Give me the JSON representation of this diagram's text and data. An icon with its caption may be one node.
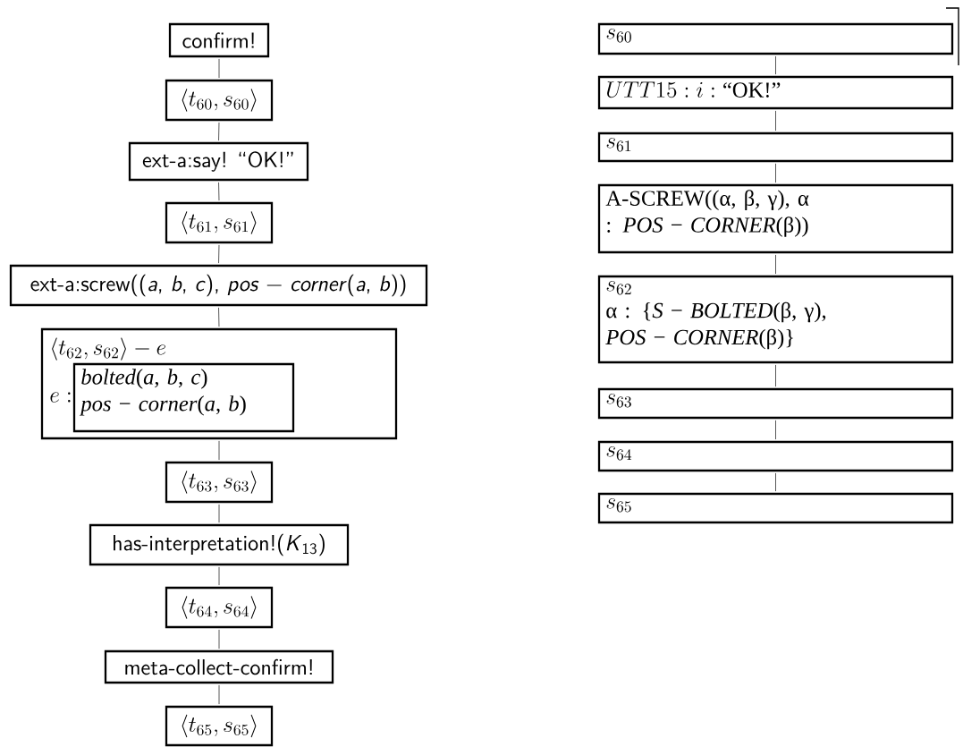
{
  "diagram": {
    "nodes": [
      {
        "text": [
          "confirm!"
        ]
      },
      {
        "text": [
          "\\langle t_{60}, s_{60}\\rangle"
        ]
      },
      {
        "text": [
          "ext-a:say! “OK!”"
        ]
      },
      {
        "text": [
          "\\langle t_{61}, s_{61}\\rangle"
        ]
      },
      {
        "text": [
          "ext-a:screw((*a*, *b*, *c*), *pos* − *corner*(*a*, *b*))"
        ]
      },
      {
        "text": [
          "\\langle t_{62}, s_{62}\\rangle - e",
          "e :"
        ]
      },
      {
        "text": [
          "*bolted*(*a*, *b*, *c*)",
          "*pos* − *corner*(*a*, *b*)"
        ],
        "in": 5
      },
      {
        "text": [
          "\\langle t_{63}, s_{63}\\rangle"
        ]
      },
      {
        "text": [
          "has-interpretation!(*K*$_{13}$)"
        ]
      },
      {
        "text": [
          "\\langle t_{64}, s_{64}\\rangle"
        ]
      },
      {
        "text": [
          "meta-collect-confirm!"
        ]
      },
      {
        "text": [
          "\\langle t_{65}, s_{65}\\rangle"
        ]
      },
      {
        "text": [
          "s_{60}"
        ]
      },
      {
        "text": [
          "UTT15 : i : \\mbox{“OK!”}"
        ]
      },
      {
        "text": [
          "s_{61}"
        ]
      },
      {
        "text": [
          "A-SCREW((α, β, γ), α : *POS* − *CORNER*(β))"
        ]
      },
      {
        "text": [
          "s_{62}",
          "α : {*S* − *BOLTED*(β, γ), *POS* − *CORNER*(β)}"
        ]
      },
      {
        "text": [
          "s_{63}"
        ]
      },
      {
        "text": [
          "s_{64}"
        ]
      },
      {
        "text": [
          "s_{65}"
        ]
      }
    ],
    "edges": [
      {
        "from": 0,
        "to": 1,
        "arrow": "none"
      },
      {
        "from": 1,
        "to": 2,
        "arrow": "none"
      },
      {
        "from": 2,
        "to": 3,
        "arrow": "none"
      },
      {
        "from": 3,
        "to": 4,
        "arrow": "none"
      },
      {
        "from": 4,
        "to": 5,
        "arrow": "none"
      },
      {
        "from": 5,
        "to": 7,
        "arrow": "none"
      },
      {
        "from": 7,
        "to": 8,
        "arrow": "none"
      },
      {
        "from": 8,
        "to": 9,
        "arrow": "none"
      },
      {
        "from": 9,
        "to": 10,
        "arrow": "none"
      },
      {
        "from": 10,
        "to": 11,
        "arrow": "none"
      },
      {
        "from": 12,
        "to": 13,
        "arrow": "none"
      },
      {
        "from": 13,
        "to": 14,
        "arrow": "none"
      },
      {
        "from": 14,
        "to": 15,
        "arrow": "none"
      },
      {
        "from": 15,
        "to": 16,
        "arrow": "none"
      },
      {
        "from": 16,
        "to": 17,
        "arrow": "none"
      },
      {
        "from": 17,
        "to": 18,
        "arrow": "none"
      },
      {
        "from": 18,
        "to": 19,
        "arrow": "none"
      }
    ]
  }
}
